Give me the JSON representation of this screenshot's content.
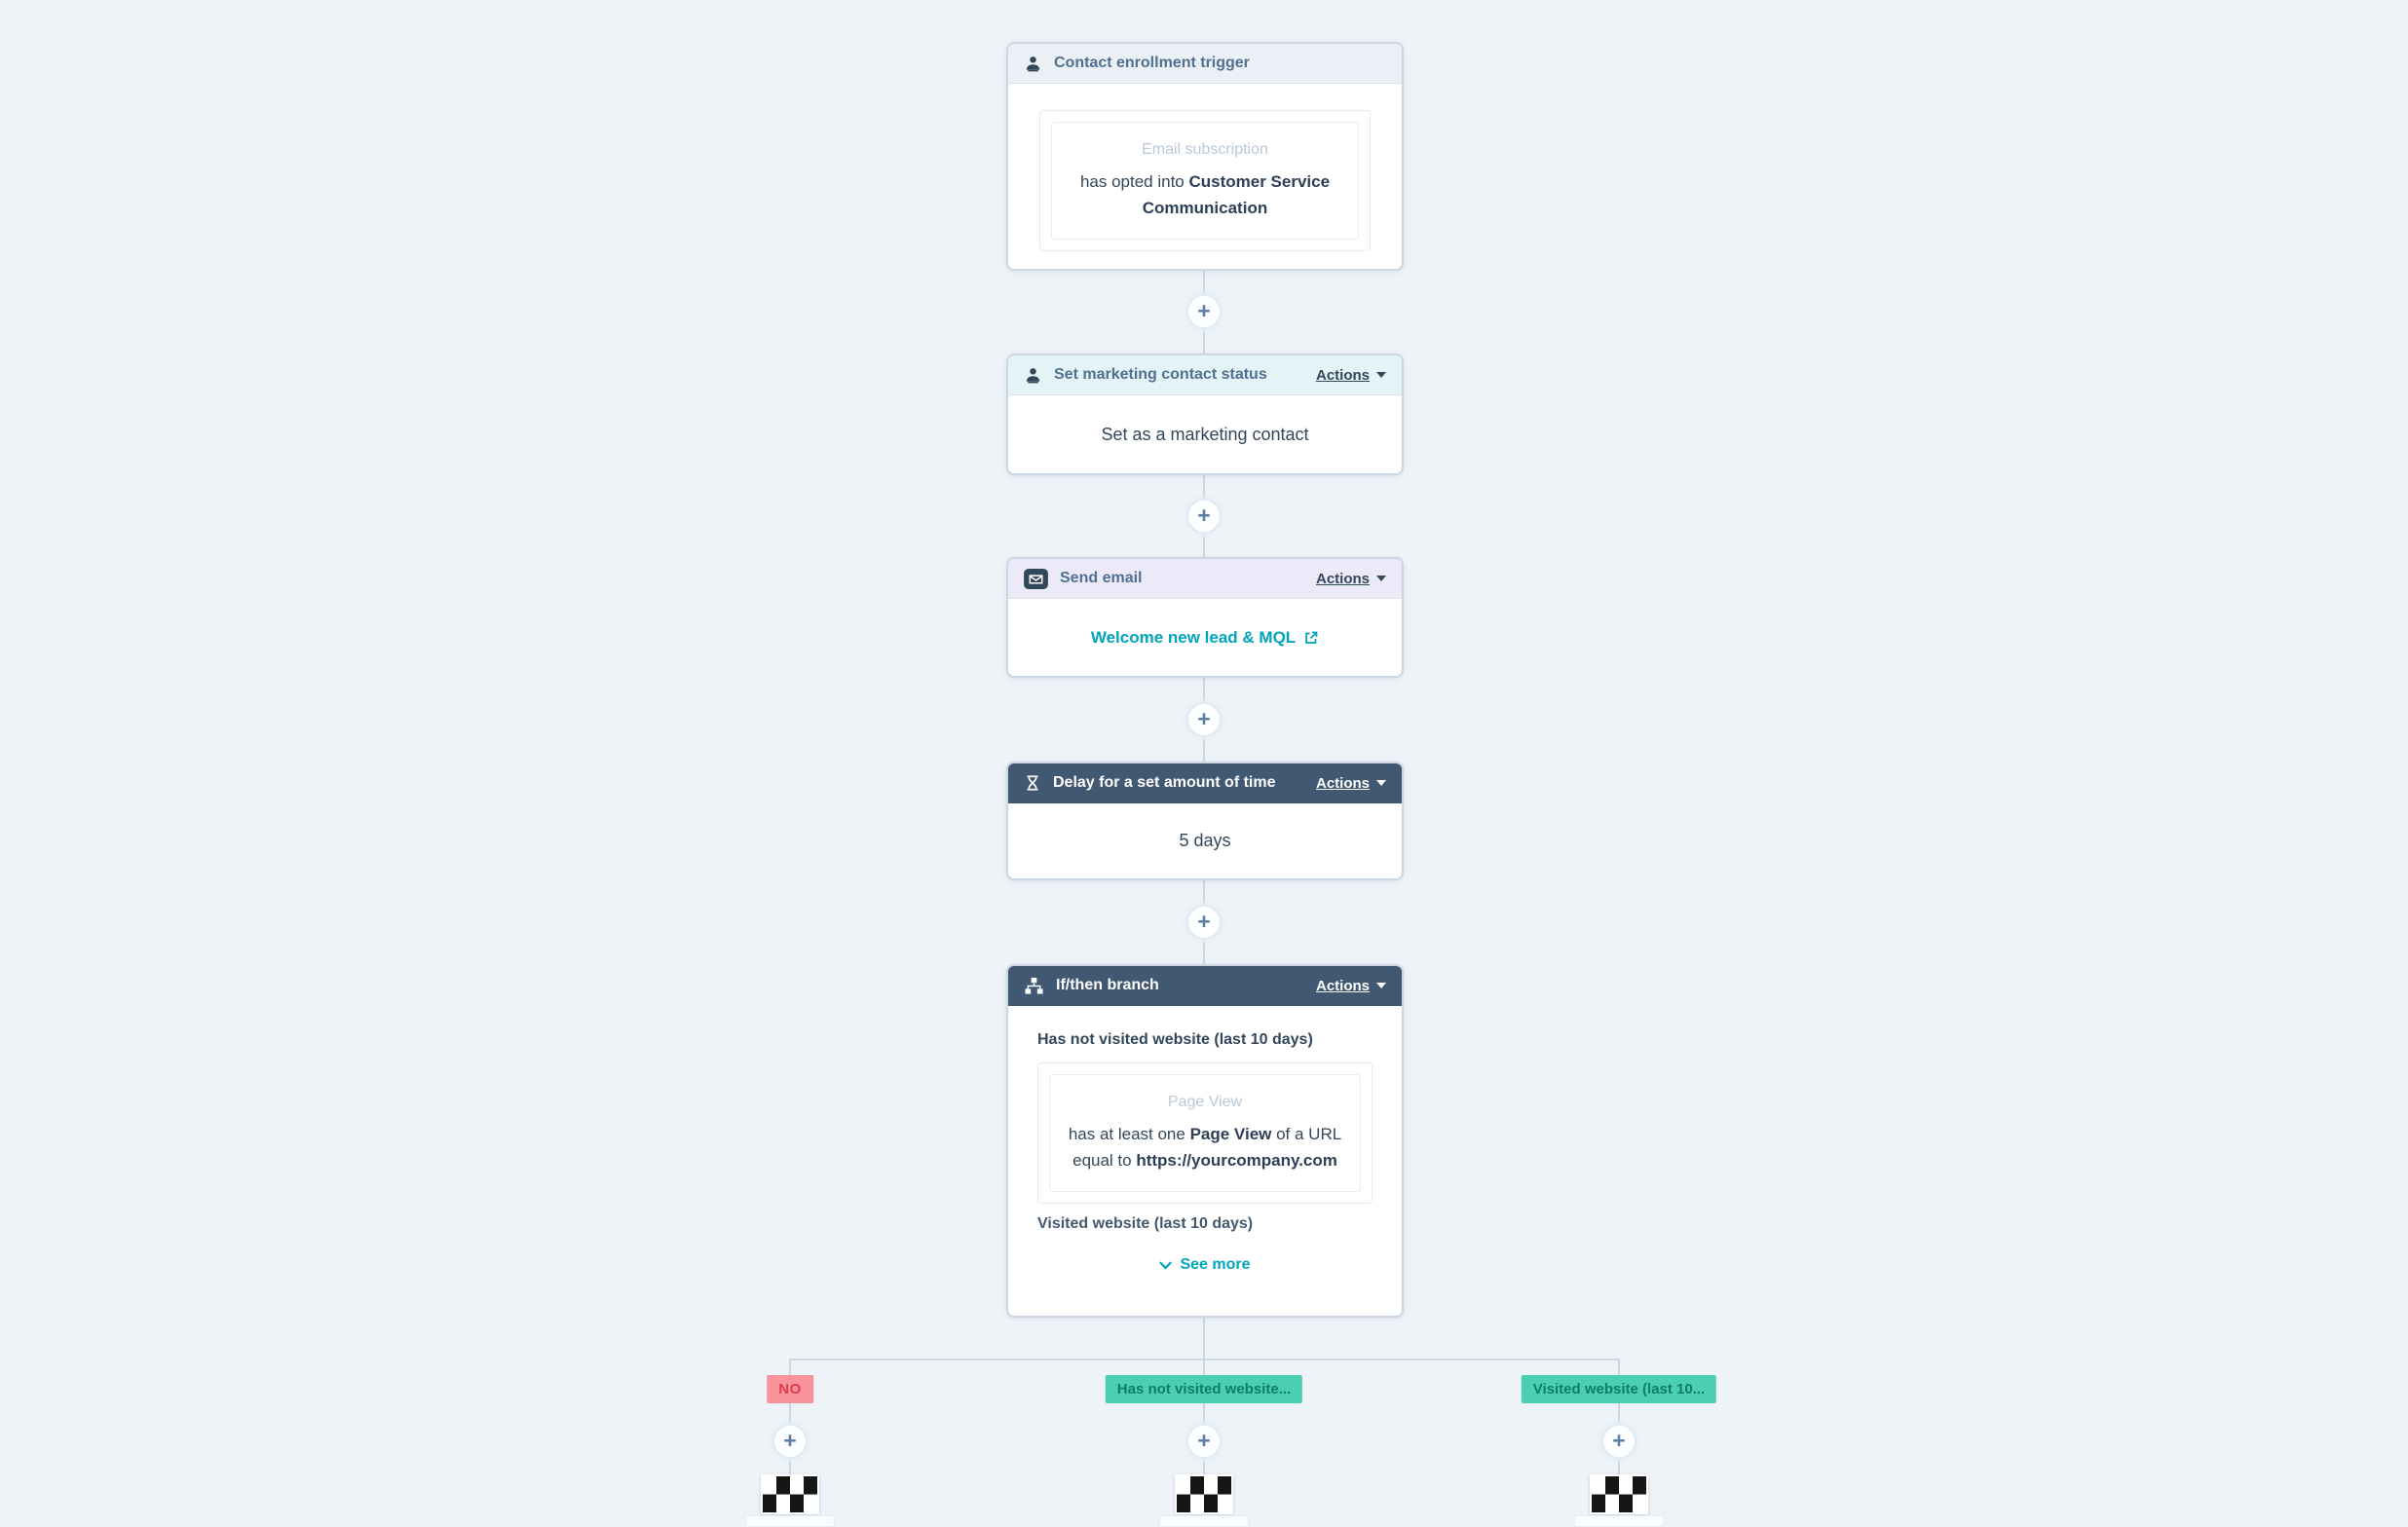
{
  "icons": {
    "plus_glyph": "+"
  },
  "colors": {
    "background": "#eef3f8",
    "card_border": "#cbd6e2",
    "header_light": "#eaf0f6",
    "header_teal": "#e3f3f6",
    "header_lavender": "#eceaf8",
    "header_dark": "#415872",
    "link_teal": "#00a4bd",
    "badge_yes_bg": "#4ad0b0",
    "badge_yes_text": "#0e7d66",
    "badge_no_bg": "#f9929b",
    "badge_no_text": "#e03e4d"
  },
  "nodes": {
    "trigger": {
      "title": "Contact enrollment trigger",
      "condition": {
        "placeholder": "Email subscription",
        "prefix": "has opted into ",
        "bold": "Customer Service Communication"
      }
    },
    "set_contact": {
      "title": "Set marketing contact status",
      "actions_label": "Actions",
      "body": "Set as a marketing contact"
    },
    "send_email": {
      "title": "Send email",
      "actions_label": "Actions",
      "email_link": "Welcome new lead & MQL"
    },
    "delay": {
      "title": "Delay for a set amount of time",
      "actions_label": "Actions",
      "body": "5 days"
    },
    "branch": {
      "title": "If/then branch",
      "actions_label": "Actions",
      "branch_a_label": "Has not visited website (last 10 days)",
      "condition": {
        "placeholder": "Page View",
        "line1_prefix": "has at least one ",
        "line1_bold": "Page View",
        "line1_suffix": " of a URL",
        "line2_prefix": "equal to ",
        "line2_bold": "https://yourcompany.com"
      },
      "branch_b_label": "Visited website (last 10 days)",
      "see_more_label": "See more"
    }
  },
  "branch_badges": {
    "no": "NO",
    "yes_a": "Has not visited website...",
    "yes_b": "Visited website (last 10..."
  }
}
